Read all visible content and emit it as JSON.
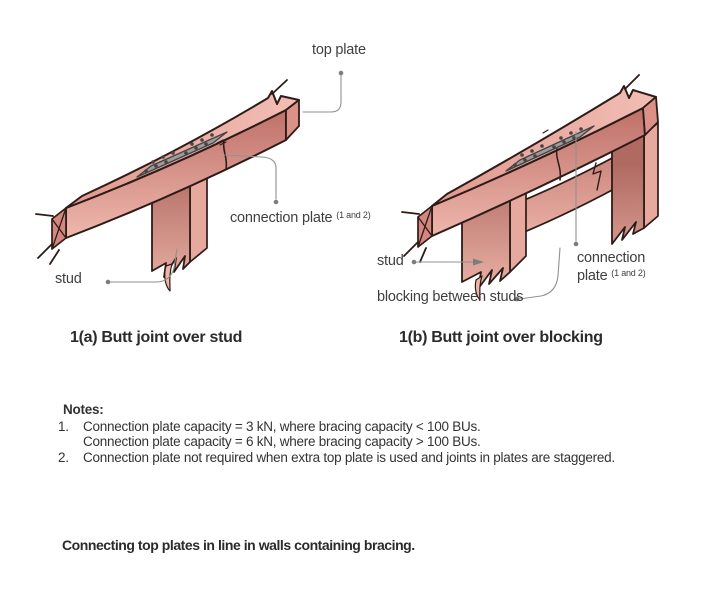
{
  "diagram_a": {
    "caption": "1(a) Butt joint over stud",
    "labels": {
      "top_plate": "top plate",
      "connection_plate": "connection plate",
      "connection_plate_sup": "(1 and 2)",
      "stud": "stud"
    }
  },
  "diagram_b": {
    "caption": "1(b) Butt joint over blocking",
    "labels": {
      "stud": "stud",
      "connection_plate_line1": "connection",
      "connection_plate_line2": "plate",
      "connection_plate_sup": "(1 and 2)",
      "blocking": "blocking between studs"
    }
  },
  "notes": {
    "heading": "Notes:",
    "items": [
      {
        "num": "1.",
        "lines": [
          "Connection plate capacity = 3 kN, where bracing capacity < 100 BUs.",
          "Connection plate capacity = 6 kN, where bracing capacity > 100 BUs."
        ]
      },
      {
        "num": "2.",
        "lines": [
          "Connection plate not required when extra top plate is used and joints in plates are staggered."
        ]
      }
    ]
  },
  "figure_caption": "Connecting top plates in line in walls containing bracing.",
  "colors": {
    "wood_top_light": "#f2bfb5",
    "wood_top_dark": "#e2988e",
    "wood_front_dark": "#b96861",
    "wood_front_light": "#f2bcb1",
    "wood_end": "#db9088",
    "plate_gray": "#9d9d9d",
    "plate_hole": "#454545",
    "outline": "#2d1c17",
    "leader": "#919191"
  }
}
